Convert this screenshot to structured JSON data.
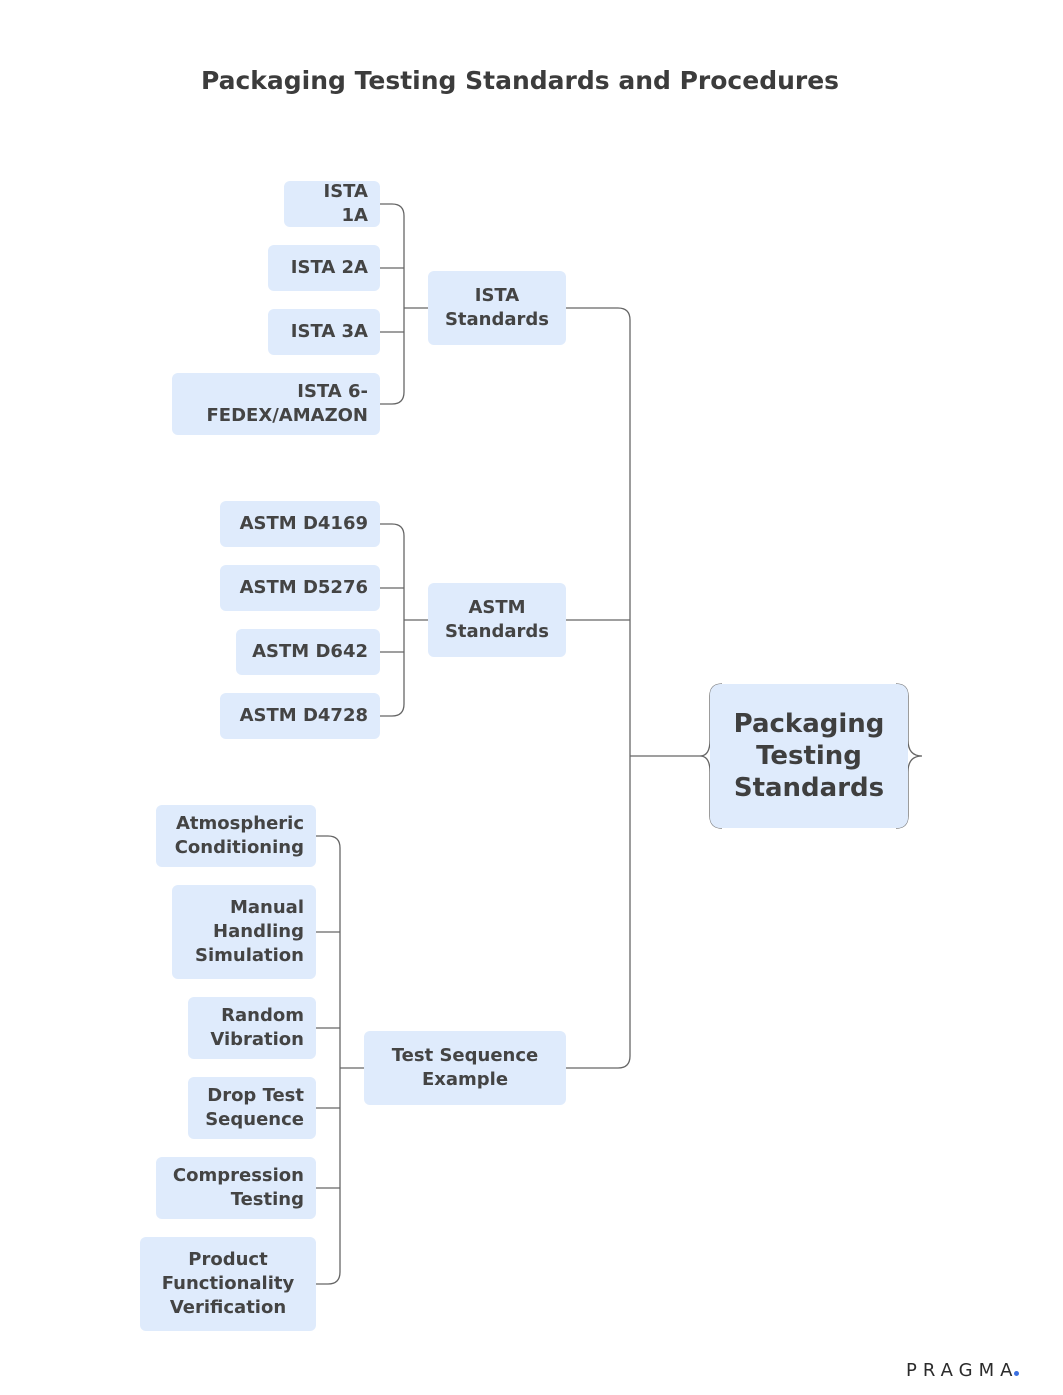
{
  "title": "Packaging Testing Standards and Procedures",
  "root": "Packaging\nTesting\nStandards",
  "groups": [
    {
      "label": "ISTA\nStandards",
      "items": [
        "ISTA 1A",
        "ISTA 2A",
        "ISTA 3A",
        "ISTA 6-\nFEDEX/AMAZON"
      ]
    },
    {
      "label": "ASTM\nStandards",
      "items": [
        "ASTM D4169",
        "ASTM D5276",
        "ASTM D642",
        "ASTM D4728"
      ]
    },
    {
      "label": "Test Sequence\nExample",
      "items": [
        "Atmospheric\nConditioning",
        "Manual\nHandling\nSimulation",
        "Random\nVibration",
        "Drop Test\nSequence",
        "Compression\nTesting",
        "Product\nFunctionality\nVerification"
      ]
    }
  ],
  "brand": "PRAGMA",
  "colors": {
    "node_fill": "#dfebfc",
    "line": "#666666",
    "brand_dot": "#3a6fe0"
  }
}
